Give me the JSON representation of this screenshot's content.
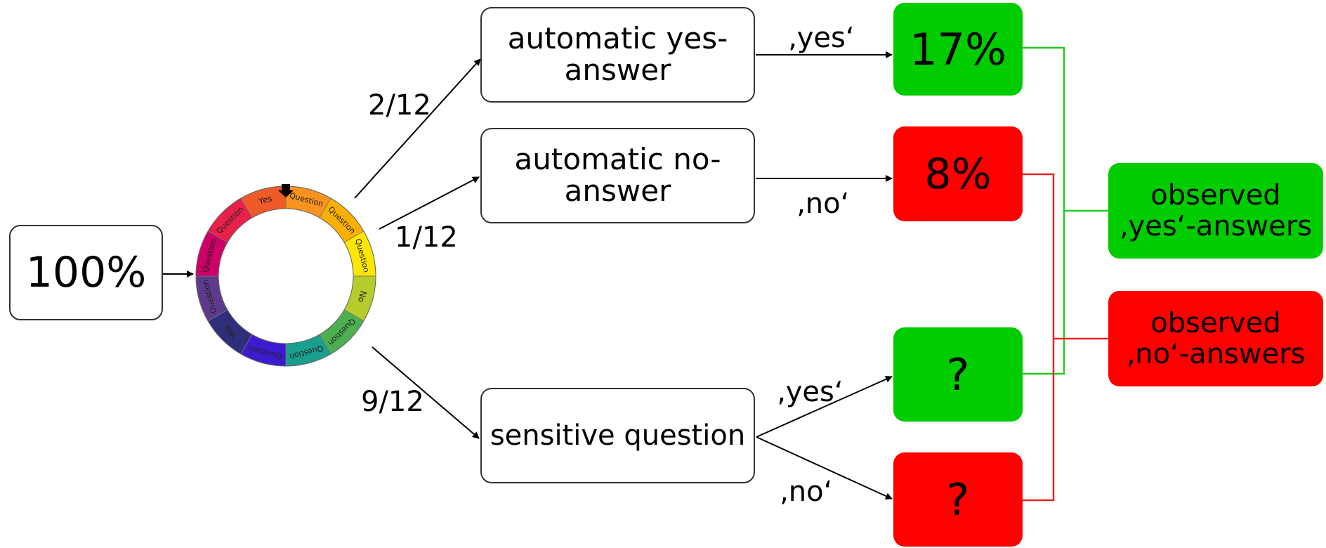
{
  "start": {
    "text": "100%"
  },
  "spinner": {
    "segments": [
      {
        "label": "Yes",
        "color": "#f05a28"
      },
      {
        "label": "Question",
        "color": "#f7931e"
      },
      {
        "label": "Question",
        "color": "#f9b000"
      },
      {
        "label": "Question",
        "color": "#ffe600"
      },
      {
        "label": "No",
        "color": "#b5cc2a"
      },
      {
        "label": "Question",
        "color": "#4caf50"
      },
      {
        "label": "Question",
        "color": "#1a9e8e"
      },
      {
        "label": "Question",
        "color": "#3d1ad0"
      },
      {
        "label": "Yes",
        "color": "#2e2e7a"
      },
      {
        "label": "Question",
        "color": "#5e3a8c"
      },
      {
        "label": "Question",
        "color": "#cc0066"
      },
      {
        "label": "Question",
        "color": "#e8204a"
      }
    ]
  },
  "nodes": {
    "auto_yes": "automatic yes-\nanswer",
    "auto_no": "automatic no-\nanswer",
    "sensitive": "sensitive question",
    "result_yes_auto": "17%",
    "result_no_auto": "8%",
    "result_yes_sensitive": "?",
    "result_no_sensitive": "?",
    "observed_yes": "observed\n‚yes‘-answers",
    "observed_no": "observed\n‚no‘-answers"
  },
  "edge_labels": {
    "p_yes": "2/12",
    "p_no": "1/12",
    "p_sensitive": "9/12",
    "yes_1": "‚yes‘",
    "no_1": "‚no‘",
    "yes_2": "‚yes‘",
    "no_2": "‚no‘"
  },
  "colors": {
    "green": "#00cc00",
    "red": "#ff0000",
    "connector_green": "#22cc22",
    "connector_red": "#ee2222"
  }
}
